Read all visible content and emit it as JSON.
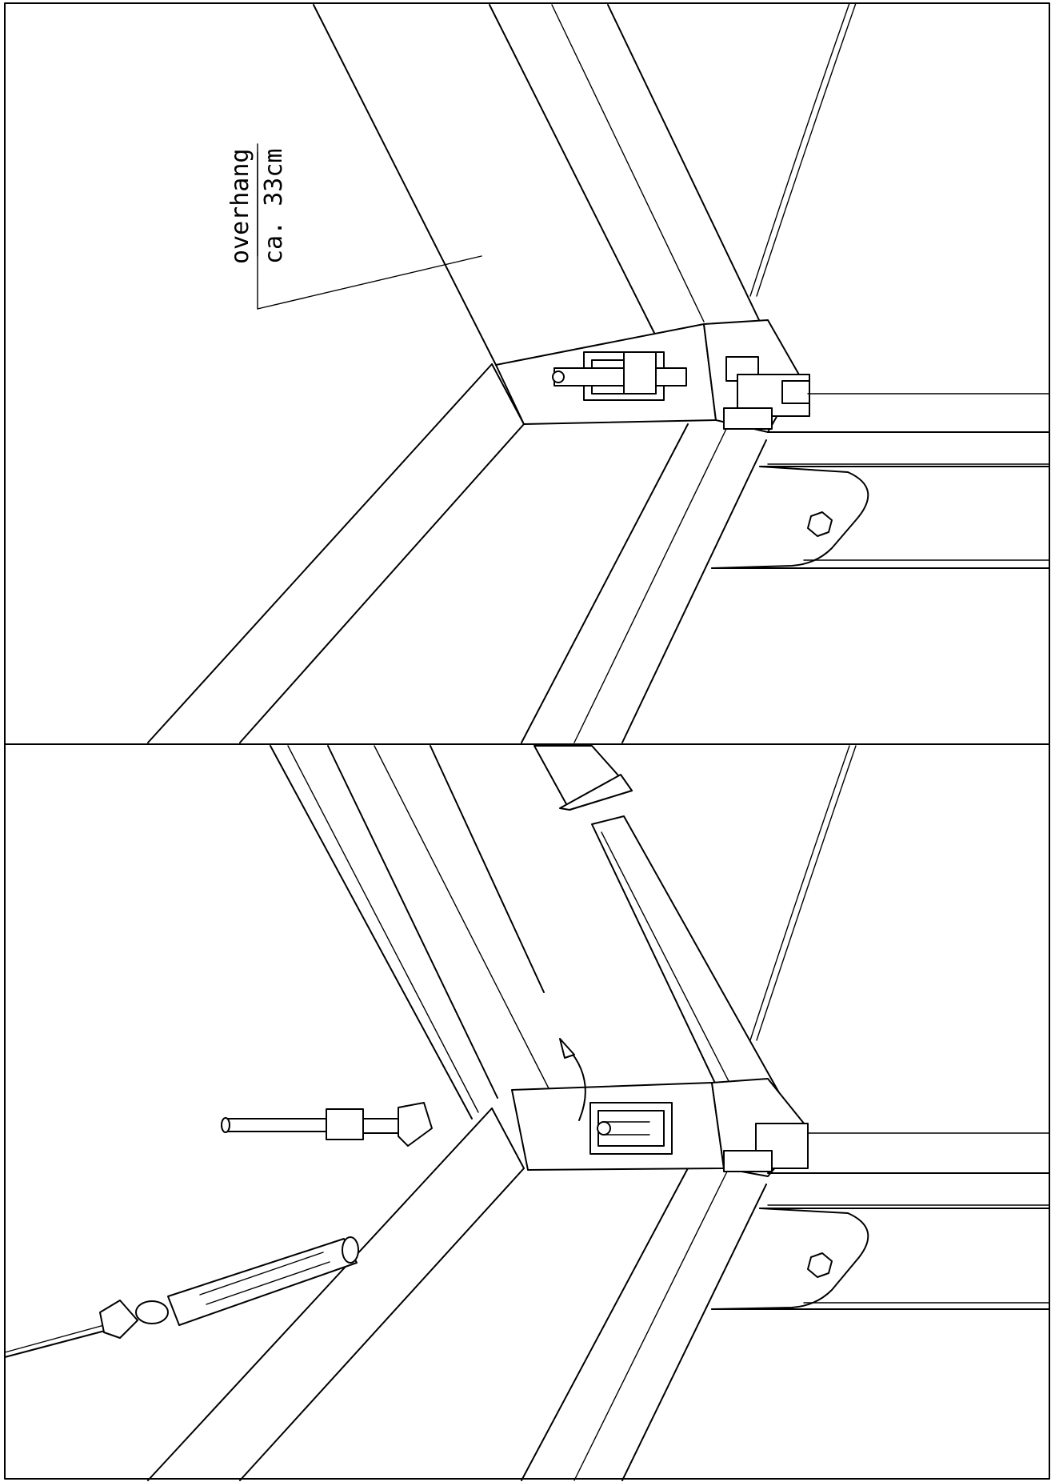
{
  "annotation": {
    "line1": "overhang",
    "line2": "ca. 33cm"
  },
  "panels": [
    {
      "position": "upper-right",
      "step": "assembled corner with overhang"
    },
    {
      "position": "lower-left",
      "step": "insert pin and crossbar"
    }
  ]
}
